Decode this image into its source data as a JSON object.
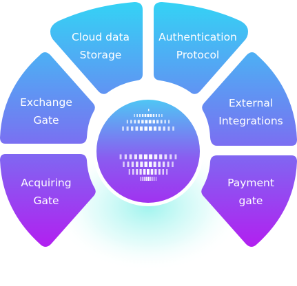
{
  "segments": [
    {
      "id": "cloud-data-storage",
      "line1": "Cloud data",
      "line2": "Storage"
    },
    {
      "id": "authentication-protocol",
      "line1": "Authentication",
      "line2": "Protocol"
    },
    {
      "id": "exchange-gate",
      "line1": "Exchange",
      "line2": "Gate"
    },
    {
      "id": "external-integrations",
      "line1": "External",
      "line2": "Integrations"
    },
    {
      "id": "acquiring-gate",
      "line1": "Acquiring",
      "line2": "Gate"
    },
    {
      "id": "payment-gate",
      "line1": "Payment",
      "line2": "gate"
    }
  ],
  "colors": {
    "gradient_top": "#33d4f5",
    "gradient_mid": "#6f7ff2",
    "gradient_bottom": "#b21ff0",
    "glow": "#7ff0e8",
    "text": "#ffffff"
  },
  "icons": {
    "center": "globe-icon"
  }
}
